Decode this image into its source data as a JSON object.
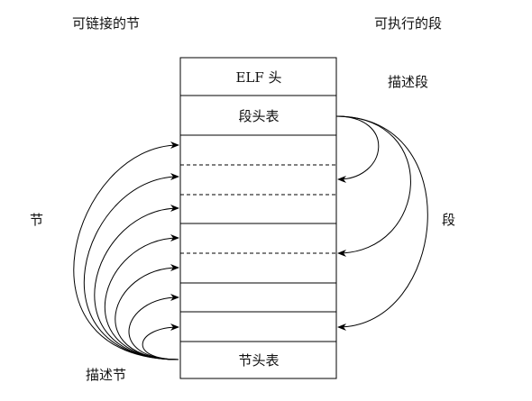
{
  "headers": {
    "linkable": "可链接的节",
    "executable": "可执行的段"
  },
  "side_labels": {
    "describe_segments": "描述段",
    "section": "节",
    "segment": "段",
    "describe_sections": "描述节"
  },
  "blocks": {
    "elf_header": "ELF 头",
    "program_header_table": "段头表",
    "section_header_table": "节头表"
  }
}
